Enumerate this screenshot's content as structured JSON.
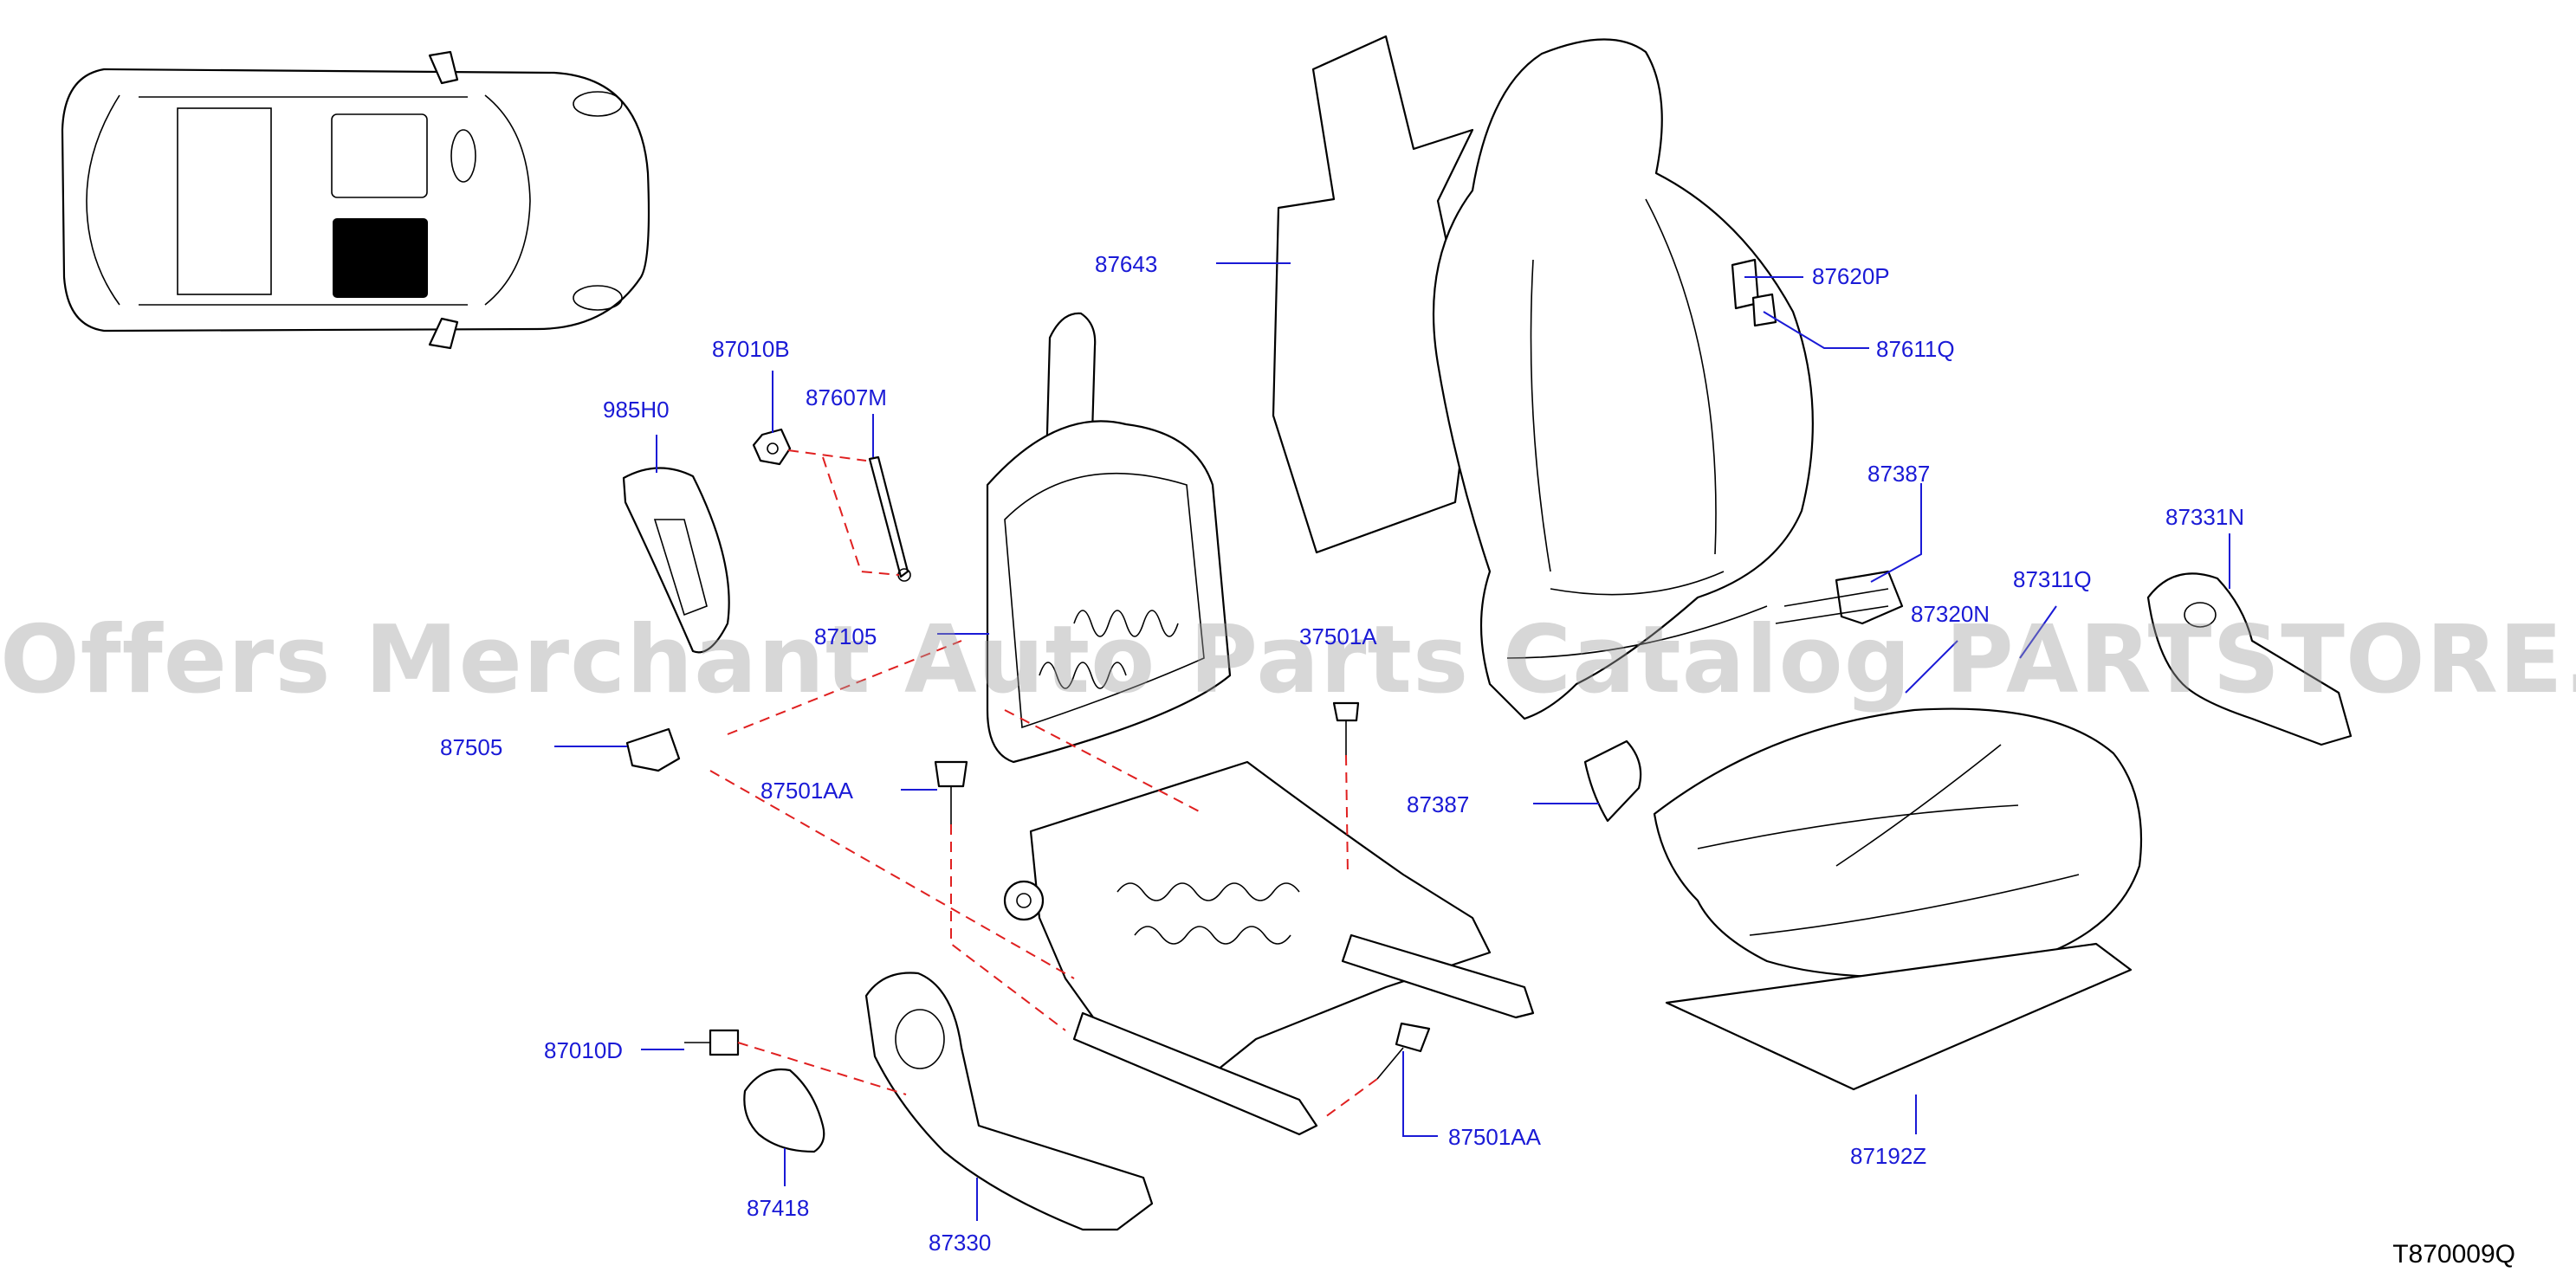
{
  "diagram": {
    "code": "T870009Q",
    "watermark": "Offers Merchant Auto Parts Catalog PARTSTORE.SA",
    "highlight_color": "#000000",
    "callout_color": "#1a1ad6",
    "guide_color": "#e02020"
  },
  "callouts": {
    "p87643": "87643",
    "p87620P": "87620P",
    "p87611Q": "87611Q",
    "p87010B": "87010B",
    "p87607M": "87607M",
    "p985H0": "985H0",
    "p87387_top": "87387",
    "p87331N": "87331N",
    "p87311Q": "87311Q",
    "p87320N": "87320N",
    "p87105": "87105",
    "p37501A": "37501A",
    "p87505": "87505",
    "p87501AA_left": "87501AA",
    "p87387_mid": "87387",
    "p87010D": "87010D",
    "p87501AA_right": "87501AA",
    "p87192Z": "87192Z",
    "p87418": "87418",
    "p87330": "87330"
  }
}
